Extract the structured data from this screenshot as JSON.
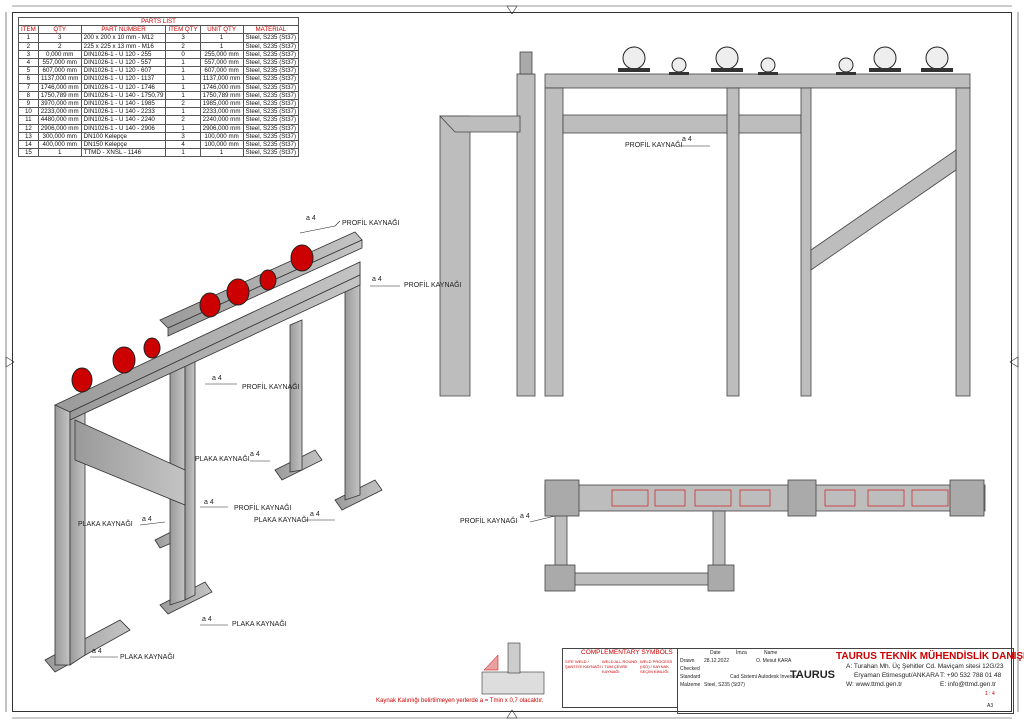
{
  "parts_list": {
    "title": "PARTS LIST",
    "headers": [
      "ITEM",
      "QTY",
      "PART NUMBER",
      "ITEM QTY",
      "UNIT QTY",
      "MATERIAL"
    ],
    "rows": [
      [
        "1",
        "3",
        "200 x 200 x 10 mm - M12",
        "3",
        "1",
        "Steel, S235 (St37)"
      ],
      [
        "2",
        "2",
        "225 x 225 x 13 mm - M16",
        "2",
        "1",
        "Steel, S235 (St37)"
      ],
      [
        "3",
        "0,000 mm",
        "DIN1026-1 - U 120 - 255",
        "0",
        "255,000 mm",
        "Steel, S235 (St37)"
      ],
      [
        "4",
        "557,000 mm",
        "DIN1026-1 - U 120 - 557",
        "1",
        "557,000 mm",
        "Steel, S235 (St37)"
      ],
      [
        "5",
        "607,000 mm",
        "DIN1026-1 - U 120 - 607",
        "1",
        "607,000 mm",
        "Steel, S235 (St37)"
      ],
      [
        "6",
        "1137,000 mm",
        "DIN1026-1 - U 120 - 1137",
        "1",
        "1137,000 mm",
        "Steel, S235 (St37)"
      ],
      [
        "7",
        "1746,000 mm",
        "DIN1026-1 - U 120 - 1746",
        "1",
        "1746,000 mm",
        "Steel, S235 (St37)"
      ],
      [
        "8",
        "1750,789 mm",
        "DIN1026-1 - U 140 - 1750,79",
        "1",
        "1750,789 mm",
        "Steel, S235 (St37)"
      ],
      [
        "9",
        "3970,000 mm",
        "DIN1026-1 - U 140 - 1985",
        "2",
        "1985,000 mm",
        "Steel, S235 (St37)"
      ],
      [
        "10",
        "2233,000 mm",
        "DIN1026-1 - U 140 - 2233",
        "1",
        "2233,000 mm",
        "Steel, S235 (St37)"
      ],
      [
        "11",
        "4480,000 mm",
        "DIN1026-1 - U 140 - 2240",
        "2",
        "2240,000 mm",
        "Steel, S235 (St37)"
      ],
      [
        "12",
        "2906,000 mm",
        "DIN1026-1 - U 140 - 2906",
        "1",
        "2906,000 mm",
        "Steel, S235 (St37)"
      ],
      [
        "13",
        "300,000 mm",
        "DN100 Kelepçe",
        "3",
        "100,000 mm",
        "Steel, S235 (St37)"
      ],
      [
        "14",
        "400,000 mm",
        "DN150 Kelepçe",
        "4",
        "100,000 mm",
        "Steel, S235 (St37)"
      ],
      [
        "15",
        "1",
        "TTMD - XNSL - 1146",
        "1",
        "1",
        "Steel, S235 (St37)"
      ]
    ]
  },
  "weld_labels": {
    "profil": "PROFİL KAYNAĞI",
    "plaka": "PLAKA KAYNAĞI",
    "size": "a 4"
  },
  "complementary": {
    "title": "COMPLEMENTARY SYMBOLS",
    "col1": "SITE WELD / ŞANTİYE KAYNAĞI",
    "col2": "WELD ALL ROUND / TÜM ÇEVRE KAYNAĞI",
    "col3": "WELD PROCESS (ISO) / KAYNAK SEÇİM KİMLİĞİ"
  },
  "title_block": {
    "h_date": "Date",
    "h_imza": "İmza",
    "h_name": "Name",
    "r_drawn": "Drawn",
    "v_date": "28.12.2022",
    "v_name": "O. Mesut KARA",
    "r_checked": "Checked",
    "r_standard": "Standard",
    "v_cad": "Cad Sistemi",
    "v_tol": "Autodesk Inventor",
    "r_malzeme": "Malzeme",
    "v_material": "Steel, S235 (St37)",
    "logo": "TAURUS",
    "company": "TAURUS TEKNİK MÜHENDİSLİK DANIŞMANLIK",
    "addr_a": "A: Turahan Mh. Üç Şehitler Cd. Maviçam sitesi 12G/23",
    "addr_b": "Eryaman Etimesgut/ANKARA",
    "tel": "T: +90 532 788 01 48",
    "web": "W: www.ttmd.gen.tr",
    "email": "E: info@ttmd.gen.tr",
    "scale": "1 : 4",
    "size": "A3"
  },
  "note": "Kaynak Kalınlığı belirtilmeyen yerlerde a = Tmin x 0,7 olacaktır."
}
